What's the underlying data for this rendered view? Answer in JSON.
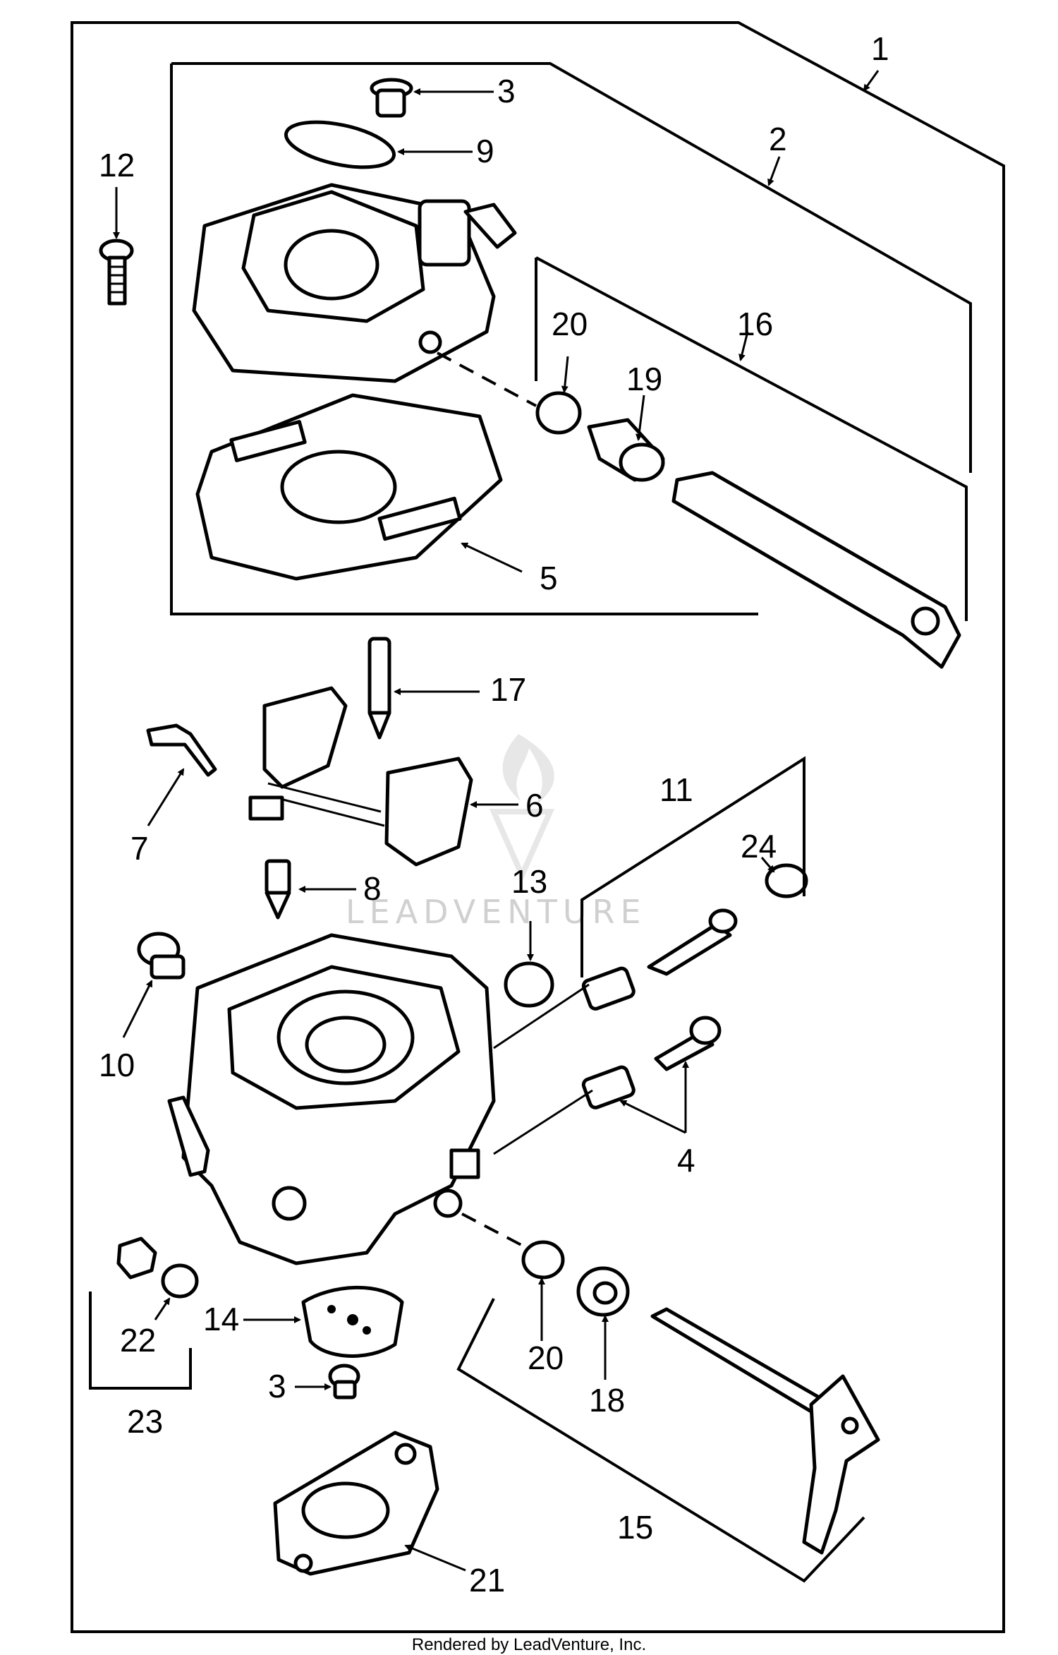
{
  "callouts": [
    {
      "id": "c1",
      "text": "1"
    },
    {
      "id": "c2",
      "text": "2"
    },
    {
      "id": "c3a",
      "text": "3"
    },
    {
      "id": "c3b",
      "text": "3"
    },
    {
      "id": "c4",
      "text": "4"
    },
    {
      "id": "c5",
      "text": "5"
    },
    {
      "id": "c6",
      "text": "6"
    },
    {
      "id": "c7",
      "text": "7"
    },
    {
      "id": "c8",
      "text": "8"
    },
    {
      "id": "c9",
      "text": "9"
    },
    {
      "id": "c10",
      "text": "10"
    },
    {
      "id": "c11",
      "text": "11"
    },
    {
      "id": "c12",
      "text": "12"
    },
    {
      "id": "c13",
      "text": "13"
    },
    {
      "id": "c14",
      "text": "14"
    },
    {
      "id": "c15",
      "text": "15"
    },
    {
      "id": "c16",
      "text": "16"
    },
    {
      "id": "c17",
      "text": "17"
    },
    {
      "id": "c18",
      "text": "18"
    },
    {
      "id": "c19",
      "text": "19"
    },
    {
      "id": "c20a",
      "text": "20"
    },
    {
      "id": "c20b",
      "text": "20"
    },
    {
      "id": "c21",
      "text": "21"
    },
    {
      "id": "c22",
      "text": "22"
    },
    {
      "id": "c23",
      "text": "23"
    },
    {
      "id": "c24",
      "text": "24"
    }
  ],
  "watermark": "LEADVENTURE",
  "footer": "Rendered by LeadVenture, Inc."
}
